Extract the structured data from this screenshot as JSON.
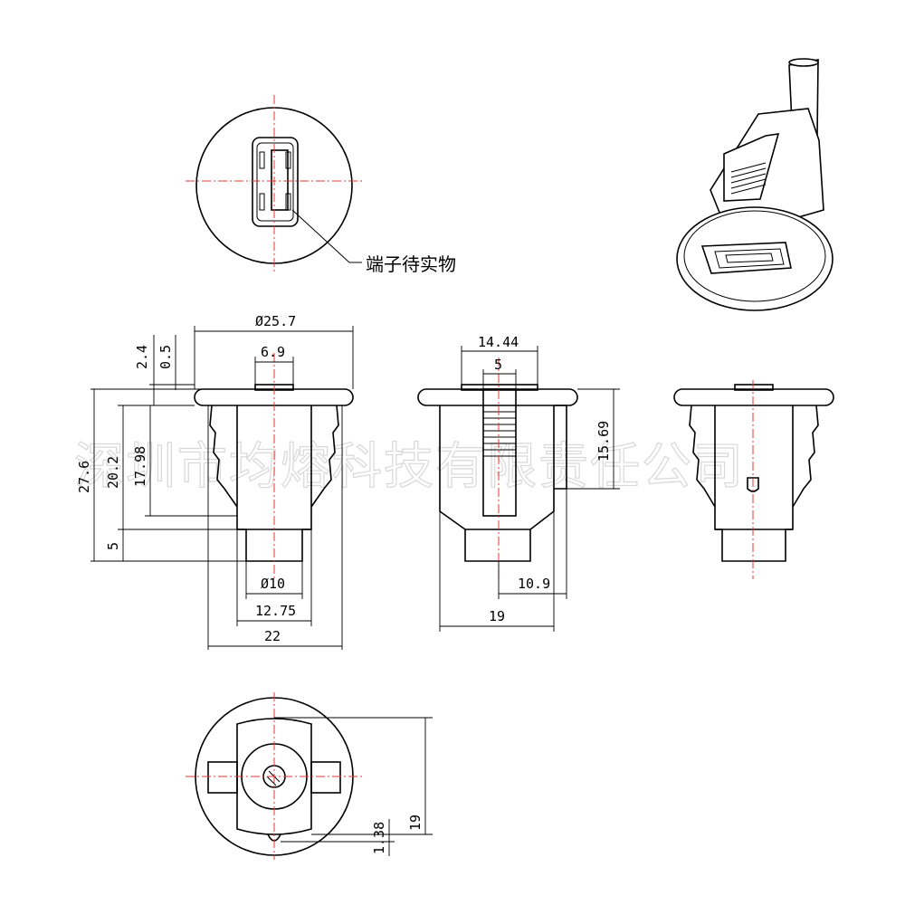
{
  "callout": {
    "label": "端子待实物"
  },
  "watermark": "深圳市均熔科技有限责任公司",
  "dimensions": {
    "top_diameter": "Ø25.7",
    "slot_width": "6.9",
    "flange_thickness": "2.4",
    "lip_thickness": "0.5",
    "total_height": "27.6",
    "body_height": "20.2",
    "clip_height": "17.98",
    "tail_height": "5",
    "tail_diameter": "Ø10",
    "collar_width": "12.75",
    "body_width": "22",
    "side_slot_outer": "14.44",
    "side_slot_inner": "5",
    "side_body_height": "15.69",
    "side_offset": "10.9",
    "side_depth": "19",
    "bottom_height": "19",
    "bottom_pin": "1.38"
  }
}
